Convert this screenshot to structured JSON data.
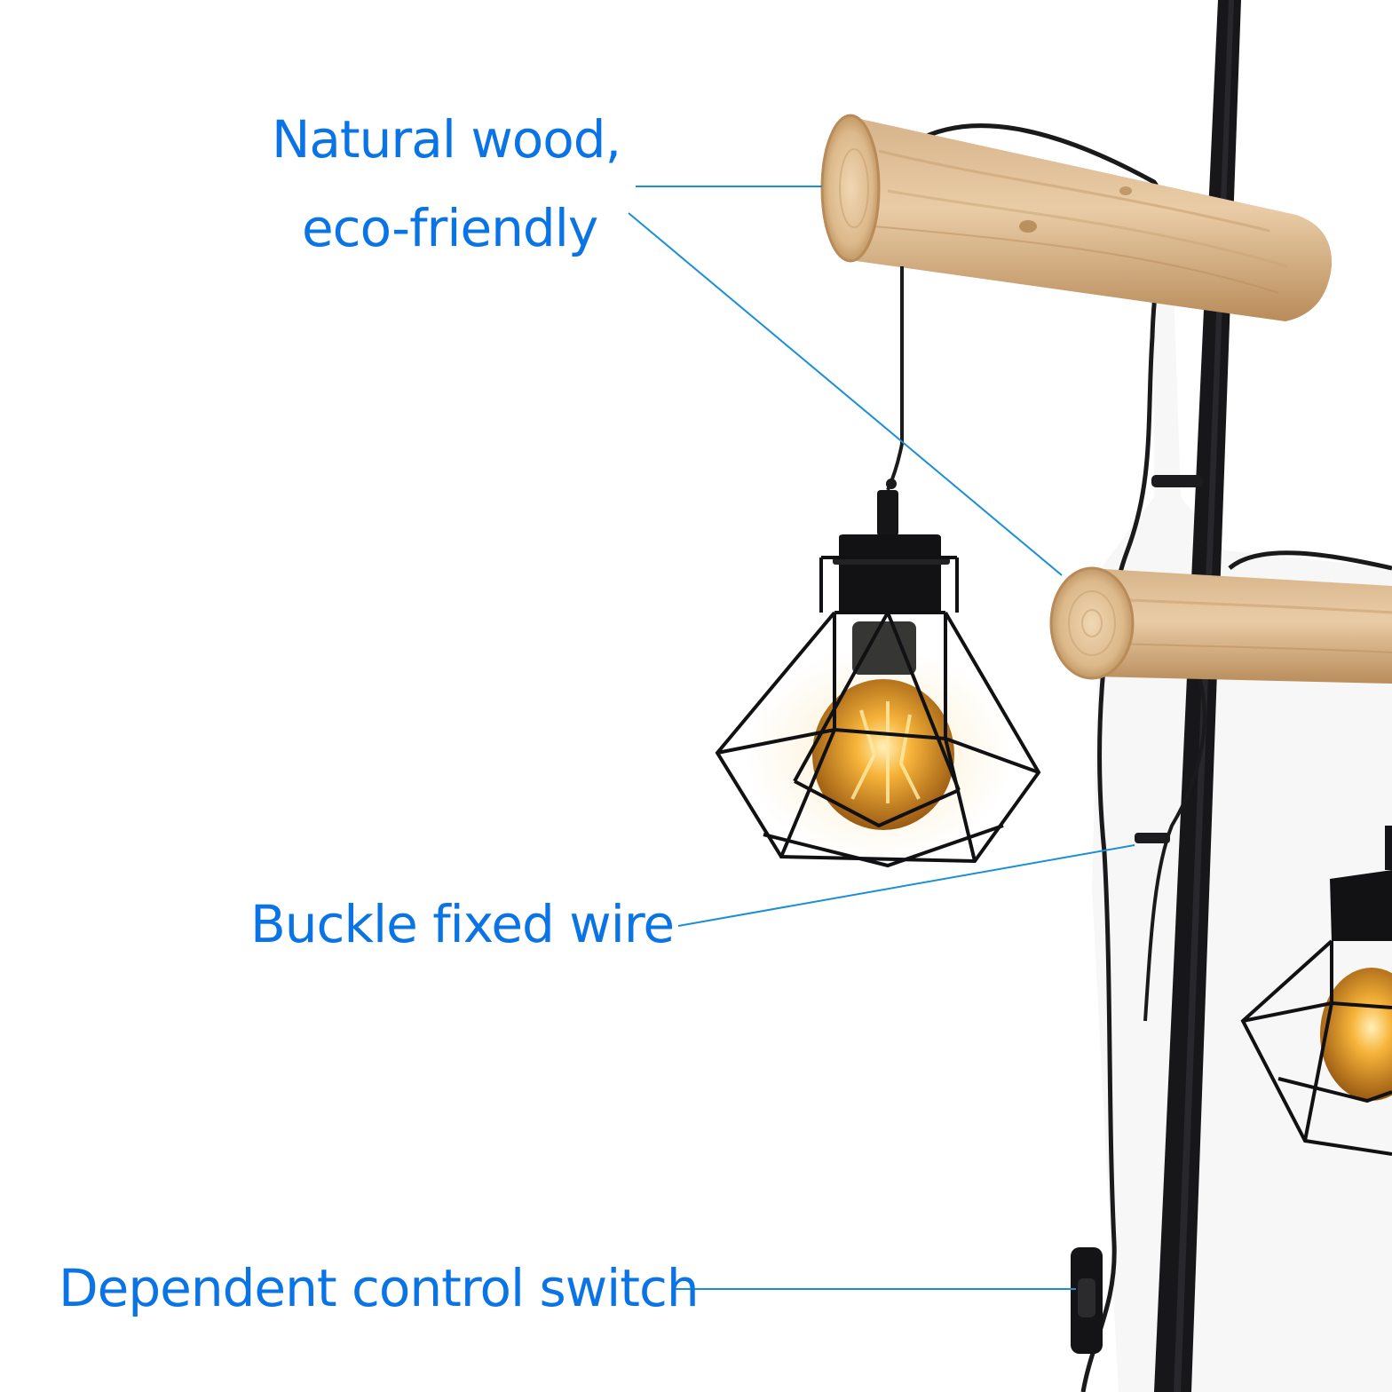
{
  "annotations": {
    "natural_wood_line1": "Natural wood,",
    "natural_wood_line2": "eco-friendly",
    "buckle_fixed_wire": "Buckle fixed wire",
    "dependent_control_switch": "Dependent control switch"
  },
  "colors": {
    "label_text": "#0a74e6",
    "leader_line": "#1a8fd8",
    "wood_light": "#e3c49c",
    "wood_dark": "#b98c5b",
    "metal": "#17171a",
    "bulb_glow": "#f7b43a",
    "background": "#ffffff"
  },
  "components": {
    "upper_arm": "wood-log",
    "lower_arm": "wood-log",
    "pole": "black-metal-pole",
    "shade_left": "geometric-cage-shade",
    "shade_right": "geometric-cage-shade",
    "bulb": "edison-filament-bulb",
    "wire_clip": "buckle-clip",
    "switch": "inline-switch"
  }
}
